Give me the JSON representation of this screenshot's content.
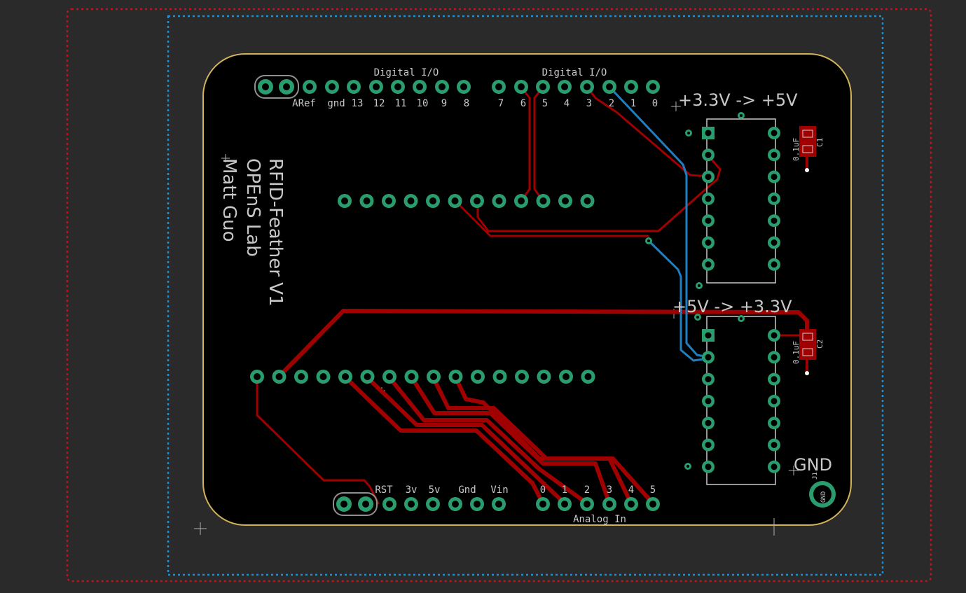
{
  "board": {
    "title": "RFID-Feather V1",
    "org": "OPEnS Lab",
    "author": "Matt Guo"
  },
  "headers": {
    "digital_top_left": "Digital I/O",
    "digital_top_right": "Digital I/O",
    "analog_bottom": "Analog In",
    "top_pins_left": [
      "ARef",
      "gnd",
      "13",
      "12",
      "11",
      "10",
      "9",
      "8"
    ],
    "top_pins_right": [
      "7",
      "6",
      "5",
      "4",
      "3",
      "2",
      "1",
      "0"
    ],
    "bottom_pins_power": [
      "RST",
      "3v",
      "5v",
      "Gnd",
      "Vin"
    ],
    "bottom_pins_analog": [
      "0",
      "1",
      "2",
      "3",
      "4",
      "5"
    ]
  },
  "level_shifters": {
    "upper_label": "+3.3V -> +5V",
    "lower_label": "+5V -> +3.3V"
  },
  "capacitors": [
    {
      "ref": "C1",
      "value": "0.1uF"
    },
    {
      "ref": "C2",
      "value": "0.1uF"
    }
  ],
  "gnd": {
    "label": "GND",
    "ref": "J1",
    "pad_text": "GND"
  },
  "colors": {
    "background": "#2a2a2a",
    "board_fill": "#000000",
    "outline": "#d2b35a",
    "pad": "#2a9d6e",
    "top_copper": "#a00000",
    "bottom_copper": "#1f7fc0",
    "restrict_top": "#c0141e",
    "restrict_bottom": "#1f8fd0",
    "silkscreen": "#c8c8c8"
  }
}
